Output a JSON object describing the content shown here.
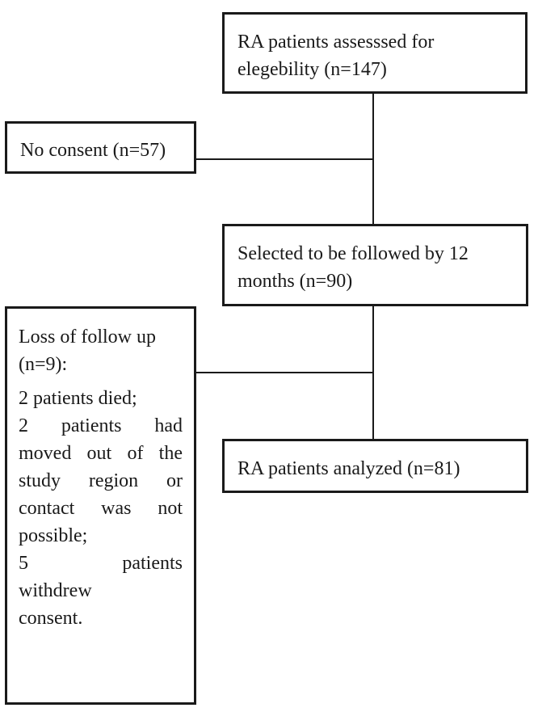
{
  "flowchart": {
    "assessed": {
      "line1": "RA patients assesssed for",
      "line2": "elegebility (n=147)"
    },
    "no_consent": {
      "text": "No consent (n=57)"
    },
    "selected": {
      "line1": "Selected to be followed by 12",
      "line2": "months (n=90)"
    },
    "loss": {
      "header_line1": "Loss of follow up",
      "header_line2": "(n=9):",
      "died": "2 patients died;",
      "moved_lines": [
        "2 patients had",
        "moved out of the",
        "study region or",
        "contact was not",
        "possible;"
      ],
      "withdrew_lines": [
        "5 patients",
        "withdrew",
        "consent."
      ]
    },
    "analyzed": {
      "text": "RA patients analyzed (n=81)"
    }
  }
}
